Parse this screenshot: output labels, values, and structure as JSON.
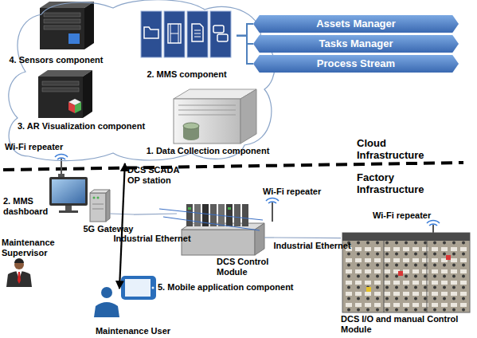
{
  "diagram": {
    "nodes": [
      {
        "text": []
      },
      {
        "text": [
          "4. Sensors component"
        ],
        "in": 0
      },
      {
        "text": [
          "2. MMS component"
        ],
        "in": 0
      },
      {
        "text": [
          "3. AR Visualization component"
        ],
        "in": 0
      },
      {
        "text": [
          "1. Data Collection component"
        ],
        "in": 0
      },
      {
        "text": [
          "Assets Manager"
        ]
      },
      {
        "text": [
          "Tasks Manager"
        ]
      },
      {
        "text": [
          "Process Stream"
        ]
      },
      {
        "text": [
          "2. MMS dashboard"
        ]
      },
      {
        "text": [
          "5G Gateway"
        ]
      },
      {
        "text": [
          "DCS Control Module"
        ]
      },
      {
        "text": [
          "DCS I/O and manual Control Module"
        ]
      },
      {
        "text": [
          "Maintenance Supervisor"
        ]
      },
      {
        "text": [
          "5. Mobile application component"
        ]
      },
      {
        "text": [
          "Maintenance User"
        ]
      }
    ],
    "edges": [
      {
        "from": 2,
        "to": 5,
        "arrow": "none"
      },
      {
        "from": 2,
        "to": 6,
        "arrow": "none"
      },
      {
        "from": 2,
        "to": 7,
        "arrow": "none"
      },
      {
        "from": 9,
        "to": 10,
        "label": "Industrial Ethernet",
        "arrow": "none"
      },
      {
        "from": 10,
        "to": 11,
        "label": "Industrial Ethernet",
        "arrow": "none"
      },
      {
        "from": 0,
        "to": 13,
        "arrow": "both"
      }
    ],
    "labels": [
      "Cloud Infrastructure",
      "Wi-Fi repeater",
      "Factory Infrastructure",
      "DCS SCADA OP station",
      "Wi-Fi repeater",
      "Wi-Fi repeater"
    ]
  }
}
